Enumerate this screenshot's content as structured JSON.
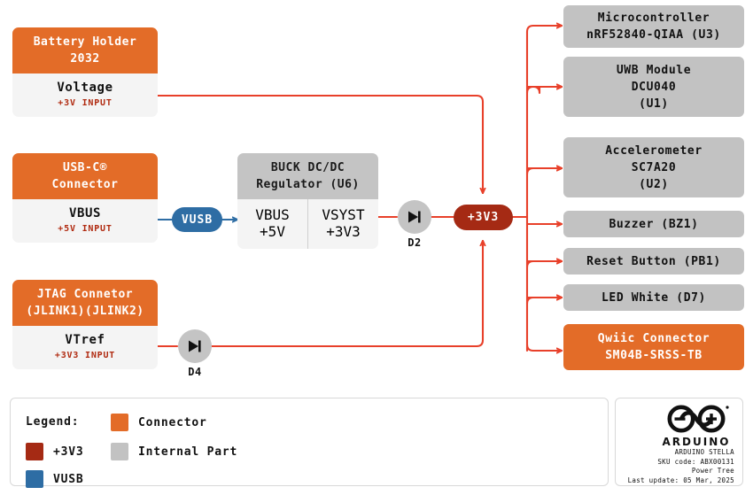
{
  "diagram": {
    "title": "Arduino Stella Power Tree",
    "colors": {
      "connector": "#e36c28",
      "internal_part": "#c2c2c2",
      "rail_3v3": "#a52a14",
      "rail_vusb": "#2e6da4",
      "wire": "#e8402a"
    }
  },
  "sources": {
    "battery": {
      "header_line1": "Battery Holder",
      "header_line2": "2032",
      "pin": "Voltage",
      "voltage": "+3V INPUT"
    },
    "usb": {
      "header_line1": "USB-C®",
      "header_line2": "Connector",
      "pin": "VBUS",
      "voltage": "+5V INPUT"
    },
    "jtag": {
      "header_line1": "JTAG Connetor",
      "header_line2": "(JLINK1)(JLINK2)",
      "pin": "VTref",
      "voltage": "+3V3 INPUT"
    }
  },
  "regulator": {
    "header_line1": "BUCK DC/DC",
    "header_line2": "Regulator (U6)",
    "input": {
      "pin": "VBUS",
      "voltage": "+5V"
    },
    "output": {
      "pin": "VSYST",
      "voltage": "+3V3"
    }
  },
  "rails": {
    "vusb_label": "VUSB",
    "v3v3_label": "+3V3"
  },
  "diodes": [
    {
      "label": "D2"
    },
    {
      "label": "D4"
    }
  ],
  "loads": [
    {
      "lines": [
        "Microcontroller",
        "nRF52840-QIAA (U3)"
      ],
      "kind": "internal"
    },
    {
      "lines": [
        "UWB Module",
        "DCU040",
        "(U1)"
      ],
      "kind": "internal"
    },
    {
      "lines": [
        "Accelerometer",
        "SC7A20",
        "(U2)"
      ],
      "kind": "internal"
    },
    {
      "lines": [
        "Buzzer (BZ1)"
      ],
      "kind": "internal"
    },
    {
      "lines": [
        "Reset Button (PB1)"
      ],
      "kind": "internal"
    },
    {
      "lines": [
        "LED White (D7)"
      ],
      "kind": "internal"
    },
    {
      "lines": [
        "Qwiic Connector",
        "SM04B-SRSS-TB"
      ],
      "kind": "connector"
    }
  ],
  "legend": {
    "title": "Legend:",
    "items": [
      {
        "label": "Connector",
        "color": "#e36c28"
      },
      {
        "label": "+3V3",
        "color": "#a52a14"
      },
      {
        "label": "Internal Part",
        "color": "#c2c2c2"
      },
      {
        "label": "VUSB",
        "color": "#2e6da4"
      }
    ]
  },
  "footer": {
    "brand": "ARDUINO",
    "product": "ARDUINO STELLA",
    "sku": "SKU code: ABX00131",
    "doc": "Power Tree",
    "updated": "Last update: 05 Mar, 2025"
  }
}
